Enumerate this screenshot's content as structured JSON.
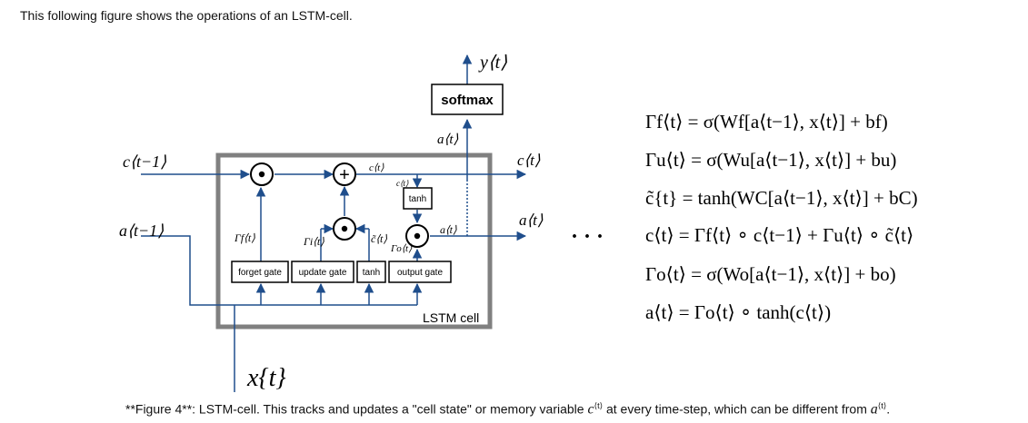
{
  "intro_text": "This following figure shows the operations of an LSTM-cell.",
  "diagram": {
    "cell_label": "LSTM cell",
    "softmax_label": "softmax",
    "tanh_label": "tanh",
    "gates": {
      "forget": "forget gate",
      "update": "update gate",
      "tanh": "tanh",
      "output": "output gate"
    },
    "ops": {
      "add": "+",
      "multiply": "⊙"
    },
    "inputs": {
      "c_prev": "c⟨t−1⟩",
      "a_prev": "a⟨t−1⟩",
      "x": "x{t}"
    },
    "outputs": {
      "y": "y⟨t⟩",
      "c": "c⟨t⟩",
      "a": "a⟨t⟩"
    },
    "internal": {
      "a_up": "a⟨t⟩",
      "c_mid": "c⟨t⟩",
      "c_small": "c⟨t⟩",
      "a_right": "a⟨t⟩",
      "gamma_f": "Γf⟨t⟩",
      "gamma_i": "Γi⟨t⟩",
      "c_tilde": "c̃⟨t⟩",
      "gamma_o": "Γo⟨t⟩"
    },
    "ellipsis": "· · ·"
  },
  "equations": [
    "Γf⟨t⟩ = σ(Wf[a⟨t−1⟩, x⟨t⟩] + bf)",
    "Γu⟨t⟩ = σ(Wu[a⟨t−1⟩, x⟨t⟩] + bu)",
    "c̃{t} = tanh(WC[a⟨t−1⟩, x⟨t⟩] + bC)",
    "c⟨t⟩ = Γf⟨t⟩ ∘ c⟨t−1⟩ + Γu⟨t⟩ ∘ c̃⟨t⟩",
    "Γo⟨t⟩ = σ(Wo[a⟨t−1⟩, x⟨t⟩] + bo)",
    "a⟨t⟩ = Γo⟨t⟩ ∘ tanh(c⟨t⟩)"
  ],
  "caption": {
    "prefix": "**Figure 4**: LSTM-cell. This tracks and updates a \"cell state\" or memory variable ",
    "c_var": "c",
    "c_sup": "⟨t⟩",
    "middle": " at every time-step, which can be different from ",
    "a_var": "a",
    "a_sup": "⟨t⟩",
    "suffix": "."
  },
  "colors": {
    "arrow": "#1f4e8c",
    "cell_border": "#808080"
  }
}
